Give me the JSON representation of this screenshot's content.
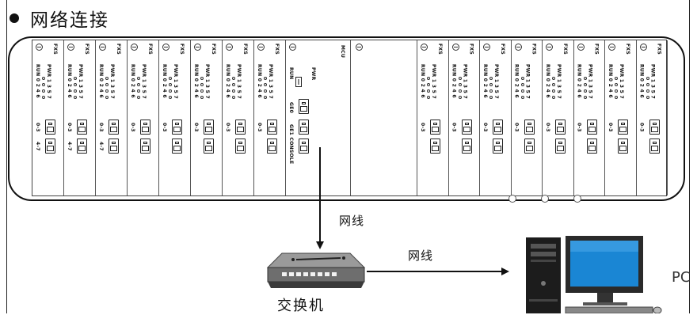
{
  "heading": {
    "text": "网络连接"
  },
  "chassis": {
    "left_cards": [
      "FXS",
      "FXS",
      "FXS",
      "FXS",
      "FXS",
      "FXS",
      "FXS",
      "FXS"
    ],
    "right_cards": [
      "FXS",
      "FXS",
      "FXS",
      "FXS",
      "FXS",
      "FXS",
      "FXS",
      "FXS"
    ],
    "card_labels": {
      "pwr_row": "PWR 1 3 5 7",
      "run_row": "RUN 0 2 4 6",
      "port_a": "0-3",
      "port_b": "4-7"
    },
    "mcu_panel": {
      "pwr": "PWR",
      "run": "RUN",
      "ge0": "GE0",
      "ge1_console": "GE1 CONSOLE",
      "title": "MCU"
    }
  },
  "connections": {
    "cable_to_switch": "网线",
    "cable_to_pc": "网线"
  },
  "devices": {
    "switch": "交换机",
    "pc": "PC"
  }
}
